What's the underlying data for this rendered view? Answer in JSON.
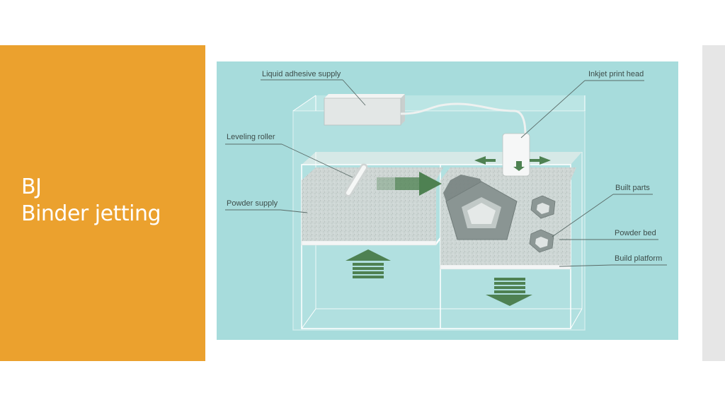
{
  "slide": {
    "title_line1": "BJ",
    "title_line2": "Binder jetting"
  },
  "diagram": {
    "labels": {
      "liquid_adhesive_supply": "Liquid adhesive supply",
      "inkjet_print_head": "Inkjet print head",
      "leveling_roller": "Leveling roller",
      "powder_supply": "Powder supply",
      "built_parts": "Built parts",
      "powder_bed": "Powder bed",
      "build_platform": "Build platform"
    },
    "colors": {
      "accent_panel": "#EBA12E",
      "diagram_background": "#A7DCDC",
      "arrow_green": "#4E8152"
    }
  }
}
